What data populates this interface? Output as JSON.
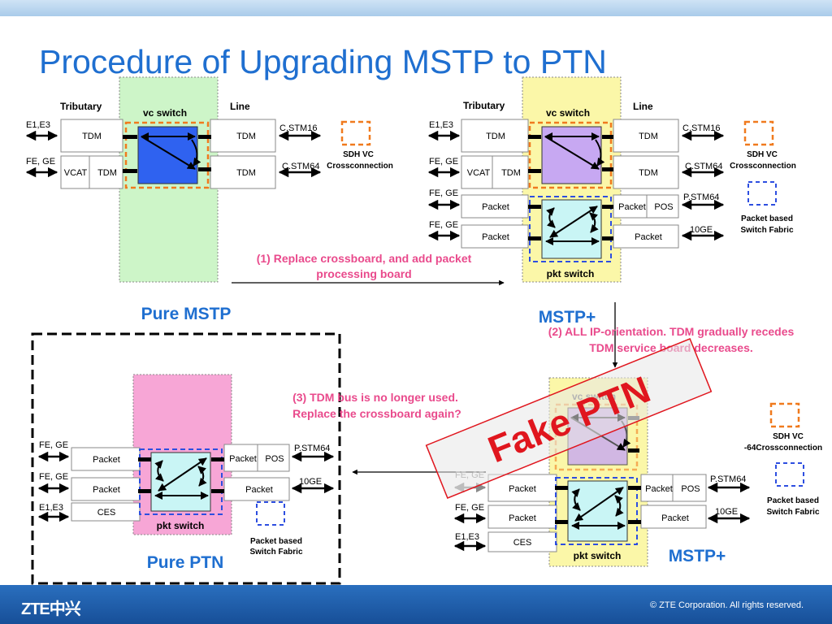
{
  "slide": {
    "title": "Procedure of Upgrading MSTP to PTN",
    "logo": "ZTE中兴",
    "copyright": "© ZTE Corporation. All rights reserved."
  },
  "labels": {
    "tributary": "Tributary",
    "line": "Line",
    "vc_switch": "vc switch",
    "pkt_switch": "pkt switch",
    "e1e3": "E1,E3",
    "fege": "FE, GE",
    "tdm": "TDM",
    "vcat": "VCAT",
    "packet": "Packet",
    "pos": "POS",
    "ces": "CES",
    "cstm16": "C.STM16",
    "cstm64": "C.STM64",
    "pstm64": "P.STM64",
    "ge10": "10GE",
    "sdhvc": "SDH VC",
    "crossconn": "Crossconnection",
    "crossconn_trunc": "-64Crossconnection",
    "pkt_based": "Packet based",
    "switch_fabric": "Switch Fabric"
  },
  "captions": {
    "pure_mstp": "Pure MSTP",
    "mstp_plus": "MSTP+",
    "pure_ptn": "Pure PTN",
    "fake_ptn": "Fake PTN"
  },
  "steps": {
    "s1_line1": "(1) Replace crossboard, and add packet",
    "s1_line2": "processing board",
    "s2_line1": "(2) ALL IP-orientation. TDM gradually recedes",
    "s2_line2": "TDM service board decreases.",
    "s3_line1": "(3) TDM bus is no longer used.",
    "s3_line2": "Replace the crossboard again?"
  },
  "colors": {
    "title_blue": "#1f6fd0",
    "step_pink": "#e94a8c",
    "fake_red": "#e0161e",
    "mstp_green": "#cdf5c8",
    "mstp_plus_yellow": "#fbf7a8",
    "ptn_pink": "#f7a6d6",
    "vc_blue": "#2f62f0",
    "vc_purple": "#c7a8f2",
    "pkt_cyan": "#c9f5f5",
    "orange_dash": "#f07a1e",
    "blue_dash": "#2d4ee0"
  }
}
